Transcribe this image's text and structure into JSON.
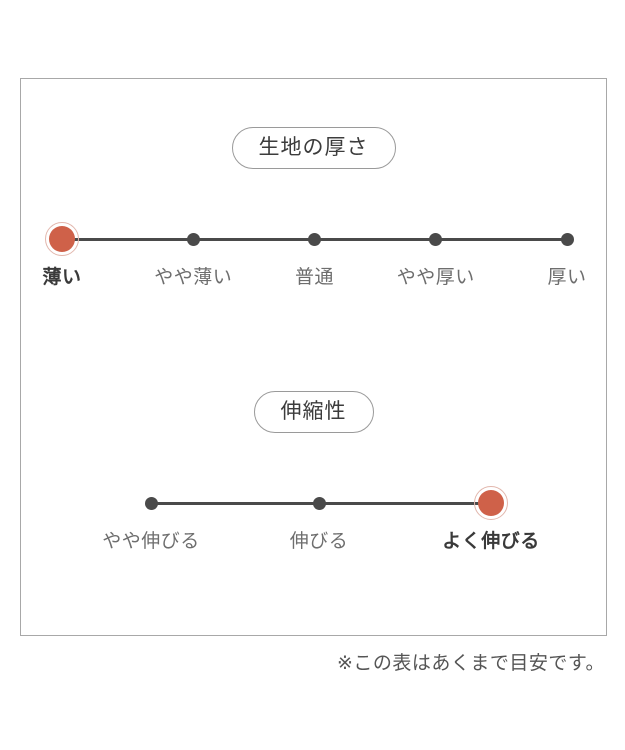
{
  "colors": {
    "selected_fill": "#cf6149",
    "selected_ring": "#e2b7ad",
    "dot": "#4a4a4a",
    "line": "#4a4a4a",
    "frame_border": "#a8a8a8",
    "pill_border": "#9a9a9a",
    "label": "#6e6e6e",
    "label_selected": "#3a3a3a",
    "background": "#ffffff"
  },
  "chart_data": {
    "type": "scale",
    "title": "",
    "scales": [
      {
        "name": "fabric-thickness",
        "header": "生地の厚さ",
        "categories": [
          "薄い",
          "やや薄い",
          "普通",
          "やや厚い",
          "厚い"
        ],
        "selected_index": 0,
        "selected_label": "薄い",
        "steps": 5
      },
      {
        "name": "stretchiness",
        "header": "伸縮性",
        "categories": [
          "やや伸びる",
          "伸びる",
          "よく伸びる"
        ],
        "selected_index": 2,
        "selected_label": "よく伸びる",
        "steps": 3
      }
    ]
  },
  "thickness": {
    "header": "生地の厚さ",
    "labels": {
      "l0": "薄い",
      "l1": "やや薄い",
      "l2": "普通",
      "l3": "やや厚い",
      "l4": "厚い"
    }
  },
  "stretch": {
    "header": "伸縮性",
    "labels": {
      "l0": "やや伸びる",
      "l1": "伸びる",
      "l2": "よく伸びる"
    }
  },
  "footnote": "※この表はあくまで目安です。"
}
